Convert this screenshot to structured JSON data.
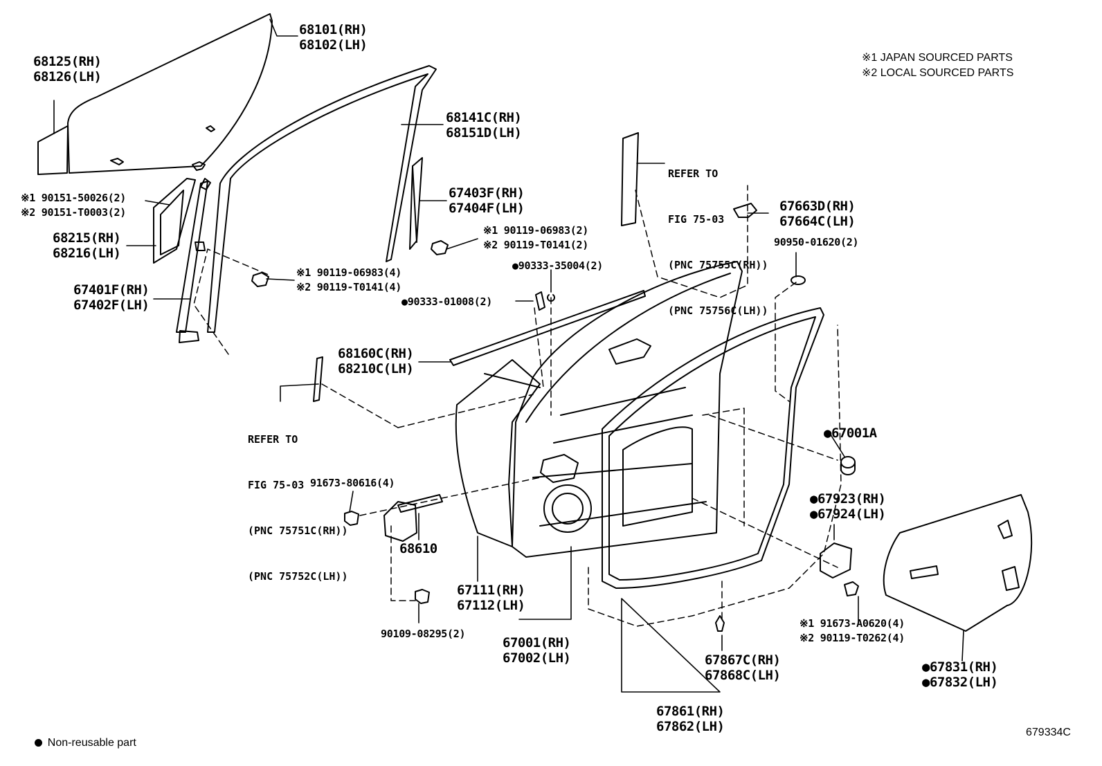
{
  "notes": {
    "note1": "※1 JAPAN SOURCED PARTS",
    "note2": "※2 LOCAL SOURCED PARTS"
  },
  "legend": {
    "non_reusable": "Non-reusable part"
  },
  "figure_code": "679334C",
  "refer_blocks": {
    "upper": [
      "REFER TO",
      "FIG 75-03",
      "(PNC 75755C(RH))",
      "(PNC 75756C(LH))"
    ],
    "lower": [
      "REFER TO",
      "FIG 75-03",
      "(PNC 75751C(RH))",
      "(PNC 75752C(LH))"
    ]
  },
  "labels": {
    "p68125": "68125(RH)\n68126(LH)",
    "p68101": "68101(RH)\n68102(LH)",
    "p68141": "68141C(RH)\n68151D(LH)",
    "p67403": "67403F(RH)\n67404F(LH)",
    "p90151": "※1 90151-50026(2)\n※2 90151-T0003(2)",
    "p68215": "68215(RH)\n68216(LH)",
    "p67401": "67401F(RH)\n67402F(LH)",
    "p90119a": "※1 90119-06983(4)\n※2 90119-T0141(4)",
    "p90119b": "※1 90119-06983(2)\n※2 90119-T0141(2)",
    "p90333a": "●90333-35004(2)",
    "p90333b": "●90333-01008(2)",
    "p67663": "67663D(RH)\n67664C(LH)",
    "p90950": "90950-01620(2)",
    "p68160": "68160C(RH)\n68210C(LH)",
    "p67001A": "●67001A",
    "p91673a": "91673-80616(4)",
    "p68610": "68610",
    "p67923": "●67923(RH)\n●67924(LH)",
    "p67111": "67111(RH)\n67112(LH)",
    "p90109": "90109-08295(2)",
    "p67001": "67001(RH)\n67002(LH)",
    "p91673b": "※1 91673-A0620(4)\n※2 90119-T0262(4)",
    "p67867": "67867C(RH)\n67868C(LH)",
    "p67831": "●67831(RH)\n●67832(LH)",
    "p67861": "67861(RH)\n67862(LH)"
  }
}
